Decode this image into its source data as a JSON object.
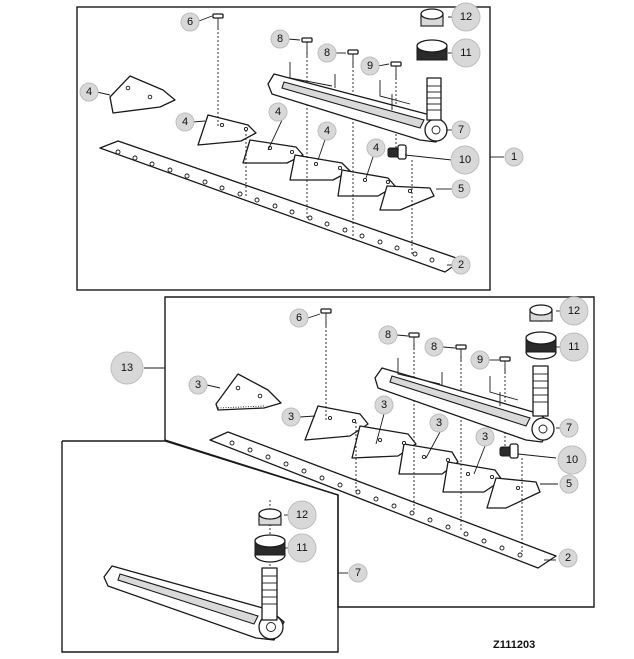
{
  "figure_code": "Z111203",
  "callouts": {
    "top": {
      "c1": "1",
      "c2": "2",
      "c4a": "4",
      "c4b": "4",
      "c4c": "4",
      "c4d": "4",
      "c4e": "4",
      "c5": "5",
      "c6": "6",
      "c7": "7",
      "c8a": "8",
      "c8b": "8",
      "c9": "9",
      "c10": "10",
      "c11": "11",
      "c12": "12"
    },
    "middle": {
      "c13": "13",
      "c2": "2",
      "c3a": "3",
      "c3b": "3",
      "c3c": "3",
      "c3d": "3",
      "c3e": "3",
      "c5": "5",
      "c6": "6",
      "c7": "7",
      "c8a": "8",
      "c8b": "8",
      "c9": "9",
      "c10": "10",
      "c11": "11",
      "c12": "12"
    },
    "bottom": {
      "c7": "7",
      "c11": "11",
      "c12": "12"
    }
  },
  "colors": {
    "line": "#1a1a1a",
    "callout_fill": "#d8d8d8",
    "background": "#ffffff"
  }
}
